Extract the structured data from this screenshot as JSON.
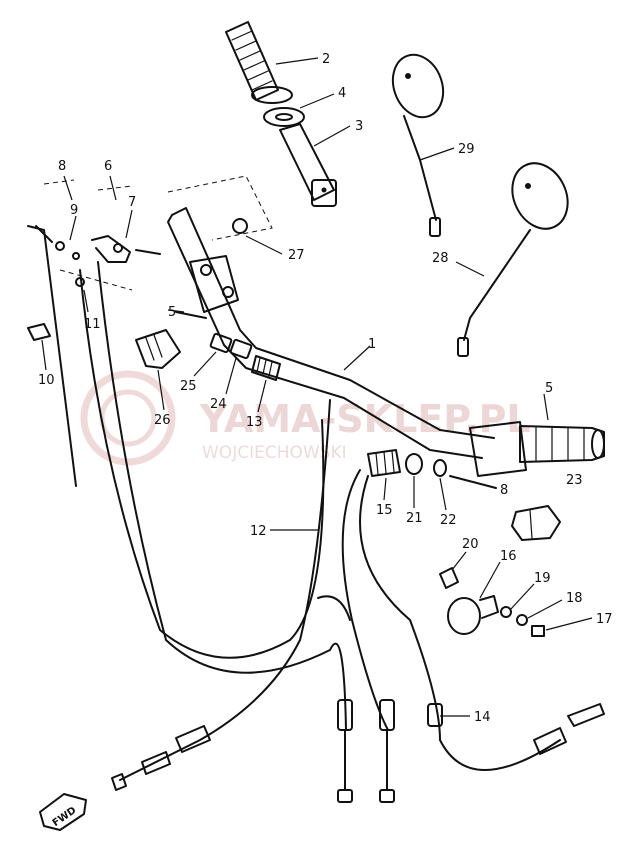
{
  "watermark": {
    "main": "YAMA-SKLEP.PL",
    "sub": "WOJCIECHOWSKI"
  },
  "fwd_label": "FWD",
  "callouts": [
    {
      "id": "c1",
      "label": "1"
    },
    {
      "id": "c2",
      "label": "2"
    },
    {
      "id": "c3",
      "label": "3"
    },
    {
      "id": "c4",
      "label": "4"
    },
    {
      "id": "c5a",
      "label": "5"
    },
    {
      "id": "c5b",
      "label": "5"
    },
    {
      "id": "c6",
      "label": "6"
    },
    {
      "id": "c7",
      "label": "7"
    },
    {
      "id": "c8a",
      "label": "8"
    },
    {
      "id": "c8b",
      "label": "8"
    },
    {
      "id": "c9",
      "label": "9"
    },
    {
      "id": "c10",
      "label": "10"
    },
    {
      "id": "c11",
      "label": "11"
    },
    {
      "id": "c12",
      "label": "12"
    },
    {
      "id": "c13",
      "label": "13"
    },
    {
      "id": "c14",
      "label": "14"
    },
    {
      "id": "c15",
      "label": "15"
    },
    {
      "id": "c16",
      "label": "16"
    },
    {
      "id": "c17",
      "label": "17"
    },
    {
      "id": "c18",
      "label": "18"
    },
    {
      "id": "c19",
      "label": "19"
    },
    {
      "id": "c20",
      "label": "20"
    },
    {
      "id": "c21",
      "label": "21"
    },
    {
      "id": "c22",
      "label": "22"
    },
    {
      "id": "c23",
      "label": "23"
    },
    {
      "id": "c24",
      "label": "24"
    },
    {
      "id": "c25",
      "label": "25"
    },
    {
      "id": "c26",
      "label": "26"
    },
    {
      "id": "c27",
      "label": "27"
    },
    {
      "id": "c28",
      "label": "28"
    },
    {
      "id": "c29",
      "label": "29"
    }
  ],
  "colors": {
    "ink": "#111111",
    "background": "#ffffff",
    "watermark": "#e8c9c9"
  }
}
